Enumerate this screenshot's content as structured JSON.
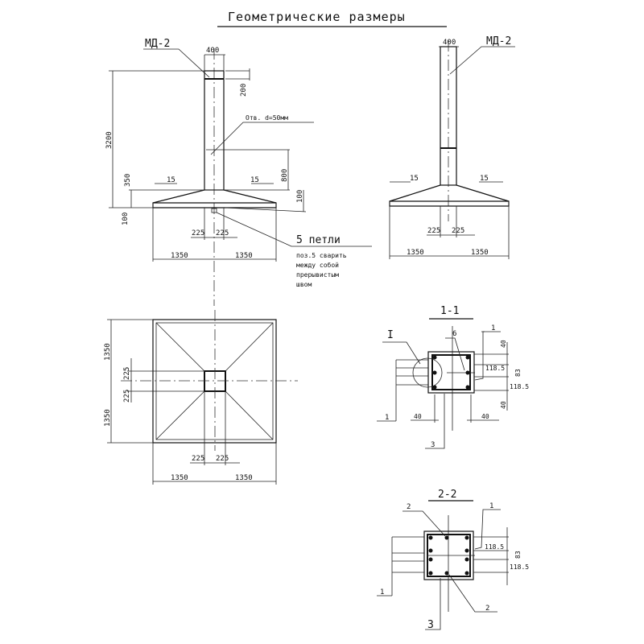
{
  "title": "Геометрические размеры",
  "front": {
    "mark": "МД-2",
    "w400": "400",
    "d200": "200",
    "h3200": "3200",
    "hole": "Отв. d=50мм",
    "d800": "800",
    "d350": "350",
    "s15a": "15",
    "s15b": "15",
    "d100a": "100",
    "d100b": "100",
    "c225a": "225",
    "c225b": "225",
    "b1350a": "1350",
    "b1350b": "1350",
    "loops": "5   петли",
    "note": [
      "поз.5 сварить",
      "между собой",
      "прерывистым",
      "швом"
    ]
  },
  "side": {
    "w400": "400",
    "mark": "МД-2",
    "s15a": "15",
    "s15b": "15",
    "c225a": "225",
    "c225b": "225",
    "b1350a": "1350",
    "b1350b": "1350"
  },
  "plan": {
    "v1350a": "1350",
    "v225a": "225",
    "v225b": "225",
    "v1350b": "1350",
    "h225a": "225",
    "h225b": "225",
    "h1350a": "1350",
    "h1350b": "1350"
  },
  "sec11": {
    "title": "1-1",
    "node": "I",
    "p6": "6",
    "p1a": "1",
    "d40a": "40",
    "d118a": "118.5",
    "d83": "83",
    "d118b": "118.5",
    "d40b": "40",
    "p1b": "1",
    "d40c": "40",
    "d40d": "40",
    "p3": "3"
  },
  "sec22": {
    "title": "2-2",
    "p2a": "2",
    "p1a": "1",
    "d118a": "118.5",
    "d83": "83",
    "d118b": "118.5",
    "p1b": "1",
    "p2b": "2",
    "p3": "3"
  }
}
